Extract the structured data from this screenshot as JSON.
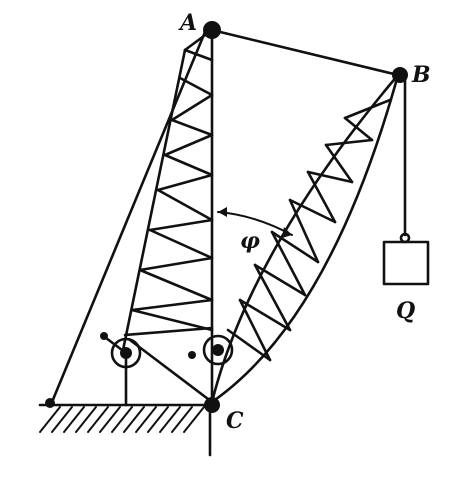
{
  "labels": {
    "A": "A",
    "B": "B",
    "C": "C",
    "phi": "φ",
    "Q": "Q"
  },
  "colors": {
    "ink": "#111111",
    "background": "#ffffff"
  },
  "icons": {
    "pulley_left": "pulley-icon",
    "pulley_right": "pulley-icon",
    "load_block": "weight-box-icon",
    "ground": "hatched-ground-icon"
  }
}
